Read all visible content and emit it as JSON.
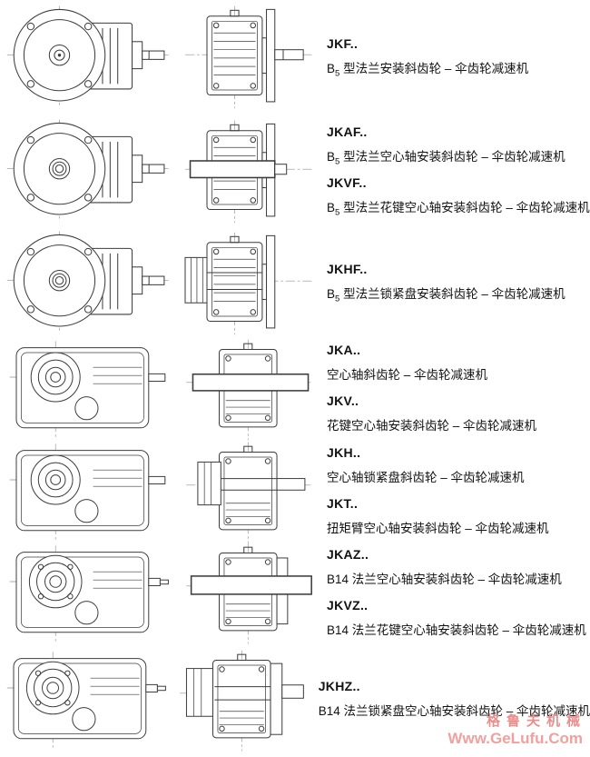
{
  "rows": [
    {
      "entries": [
        {
          "code": "JKF..",
          "desc_prefix": "B",
          "desc_sub": "5",
          "desc_text": " 型法兰安装斜齿轮 – 伞齿轮减速机"
        }
      ]
    },
    {
      "entries": [
        {
          "code": "JKAF..",
          "desc_prefix": "B",
          "desc_sub": "5",
          "desc_text": " 型法兰空心轴安装斜齿轮 – 伞齿轮减速机"
        },
        {
          "code": "JKVF..",
          "desc_prefix": "B",
          "desc_sub": "5",
          "desc_text": " 型法兰花键空心轴安装斜齿轮 – 伞齿轮减速机"
        }
      ]
    },
    {
      "entries": [
        {
          "code": "JKHF..",
          "desc_prefix": "B",
          "desc_sub": "5",
          "desc_text": " 型法兰锁紧盘安装斜齿轮 – 伞齿轮减速机"
        }
      ]
    },
    {
      "entries": [
        {
          "code": "JKA..",
          "desc_prefix": "",
          "desc_sub": "",
          "desc_text": "空心轴斜齿轮 – 伞齿轮减速机"
        },
        {
          "code": "JKV..",
          "desc_prefix": "",
          "desc_sub": "",
          "desc_text": "花键空心轴安装斜齿轮 – 伞齿轮减速机"
        }
      ]
    },
    {
      "entries": [
        {
          "code": "JKH..",
          "desc_prefix": "",
          "desc_sub": "",
          "desc_text": "空心轴锁紧盘斜齿轮 – 伞齿轮减速机"
        },
        {
          "code": "JKT..",
          "desc_prefix": "",
          "desc_sub": "",
          "desc_text": "扭矩臂空心轴安装斜齿轮 – 伞齿轮减速机"
        }
      ]
    },
    {
      "entries": [
        {
          "code": "JKAZ..",
          "desc_prefix": "",
          "desc_sub": "",
          "desc_text": "B14 法兰空心轴安装斜齿轮 – 伞齿轮减速机"
        },
        {
          "code": "JKVZ..",
          "desc_prefix": "",
          "desc_sub": "",
          "desc_text": "B14 法兰花键空心轴安装斜齿轮 – 伞齿轮减速机"
        }
      ]
    },
    {
      "entries": [
        {
          "code": "JKHZ..",
          "desc_prefix": "",
          "desc_sub": "",
          "desc_text": "B14 法兰锁紧盘空心轴安装斜齿轮 – 伞齿轮减速机"
        }
      ]
    }
  ],
  "watermark": {
    "company": "格鲁夫机械",
    "url": "Www.GeLufu.Com",
    "color_company": "#e88f8d",
    "color_url": "#f2a09e"
  }
}
